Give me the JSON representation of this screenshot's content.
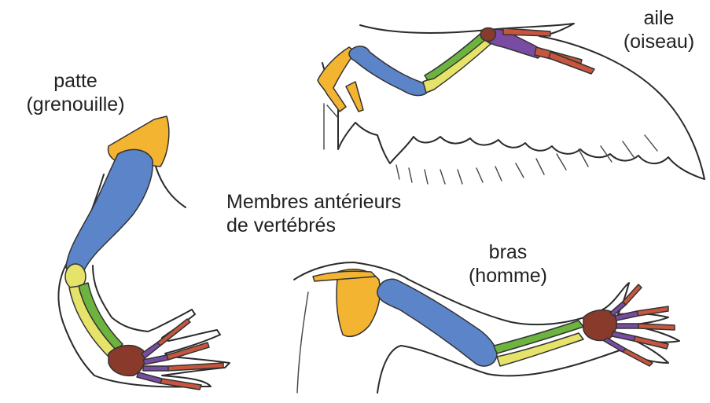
{
  "title_line1": "Membres antérieurs",
  "title_line2": "de vertébrés",
  "frog": {
    "name": "patte",
    "species": "(grenouille)"
  },
  "bird": {
    "name": "aile",
    "species": "(oiseau)"
  },
  "human": {
    "name": "bras",
    "species": "(homme)"
  },
  "colors": {
    "shoulder": "#f2b431",
    "humerus": "#5b84c9",
    "radius_ulna_green": "#6db33f",
    "radius_ulna_yellow": "#e6e36a",
    "carpals": "#8a3a2a",
    "metacarpals": "#7a4ba3",
    "phalanges": "#c8563e"
  }
}
